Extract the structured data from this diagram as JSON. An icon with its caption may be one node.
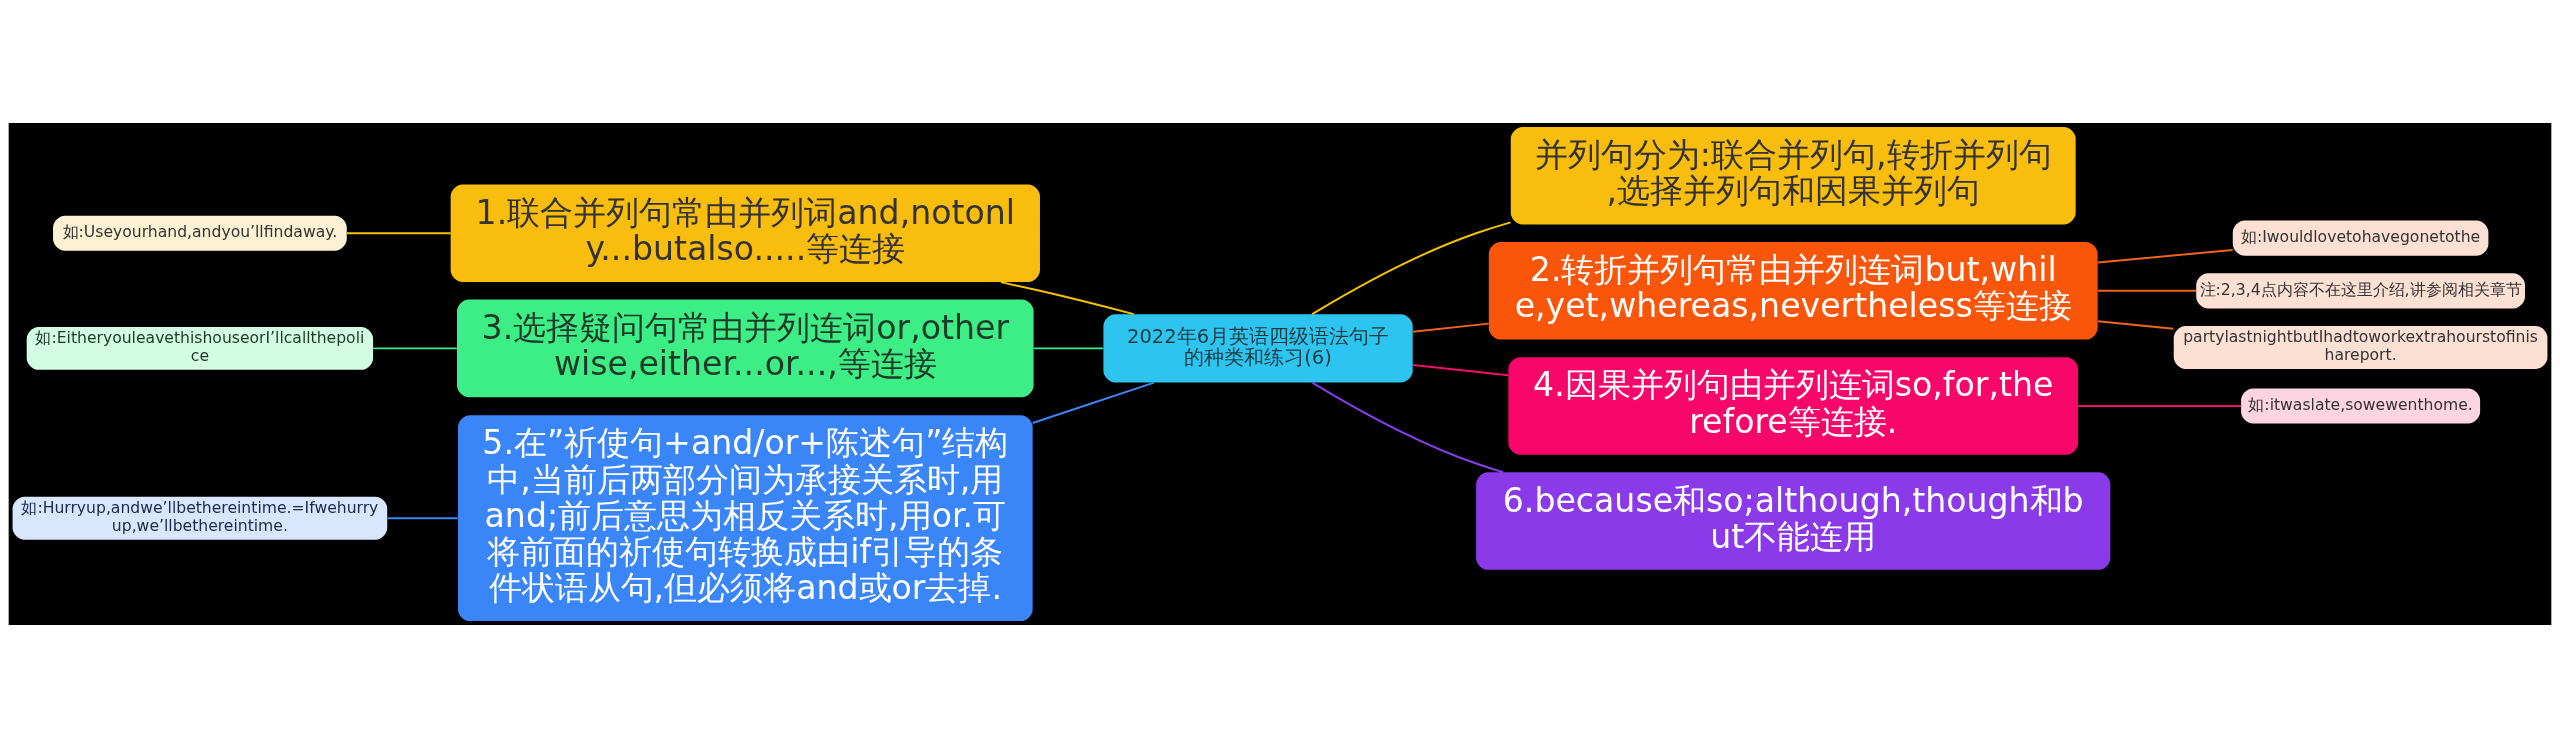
{
  "diagram": {
    "nodes": [
      {
        "text": [
          "2022年6月英语四级语法句子的种类和练习(6)"
        ]
      },
      {
        "text": [
          "并列句分为:联合并列句,转折并列句,选择并列句和因果并列句"
        ]
      },
      {
        "text": [
          "1.联合并列句常由并列词and,notonly...butalso.....等连接"
        ]
      },
      {
        "text": [
          "如:Useyourhand,andyou’llfindaway."
        ]
      },
      {
        "text": [
          "2.转折并列句常由并列连词but,while,yet,whereas,nevertheless等连接"
        ]
      },
      {
        "text": [
          "如:Iwouldlovetohavegonetothe"
        ]
      },
      {
        "text": [
          "注:2,3,4点内容不在这里介绍,讲参阅相关章节"
        ]
      },
      {
        "text": [
          "partylastnightbutIhadtoworkextrahourstofinishareport."
        ]
      },
      {
        "text": [
          "3.选择疑问句常由并列连词or,otherwise,either...or...,等连接"
        ]
      },
      {
        "text": [
          "如:EitheryouleavethishouseorI’llcallthepolice"
        ]
      },
      {
        "text": [
          "5.在”祈使句+and/or+陈述句”结构中,当前后两部分间为承接关系时,用and;前后意思为相反关系时,用or.可将前面的祈使句转换成由if引导的条件状语从句,但必须将and或or去掉."
        ]
      },
      {
        "text": [
          "如:Hurryup,andwe’llbethereintime.=Ifwehurryup,we’llbethereintime."
        ]
      },
      {
        "text": [
          "4.因果并列句由并列连词so,for,therefore等连接."
        ]
      },
      {
        "text": [
          "如:itwaslate,sowewenthome."
        ]
      },
      {
        "text": [
          "6.because和so;although,though和but不能连用"
        ]
      }
    ],
    "edges": [
      {
        "from": 0,
        "to": 1,
        "arrow": "none",
        "color": "#f5c400"
      },
      {
        "from": 0,
        "to": 2,
        "arrow": "none",
        "color": "#f5c400"
      },
      {
        "from": 2,
        "to": 3,
        "arrow": "none",
        "color": "#f5c400"
      },
      {
        "from": 0,
        "to": 4,
        "arrow": "none",
        "color": "#f0651e"
      },
      {
        "from": 4,
        "to": 5,
        "arrow": "none",
        "color": "#f0651e"
      },
      {
        "from": 4,
        "to": 6,
        "arrow": "none",
        "color": "#f0651e"
      },
      {
        "from": 4,
        "to": 7,
        "arrow": "none",
        "color": "#f0651e"
      },
      {
        "from": 0,
        "to": 8,
        "arrow": "none",
        "color": "#3ee88a"
      },
      {
        "from": 8,
        "to": 9,
        "arrow": "none",
        "color": "#3ee88a"
      },
      {
        "from": 0,
        "to": 10,
        "arrow": "none",
        "color": "#3d86f5"
      },
      {
        "from": 10,
        "to": 11,
        "arrow": "none",
        "color": "#3d86f5"
      },
      {
        "from": 0,
        "to": 12,
        "arrow": "none",
        "color": "#f0106a"
      },
      {
        "from": 12,
        "to": 13,
        "arrow": "none",
        "color": "#f0106a"
      },
      {
        "from": 0,
        "to": 14,
        "arrow": "none",
        "color": "#8a3ee8"
      }
    ]
  }
}
